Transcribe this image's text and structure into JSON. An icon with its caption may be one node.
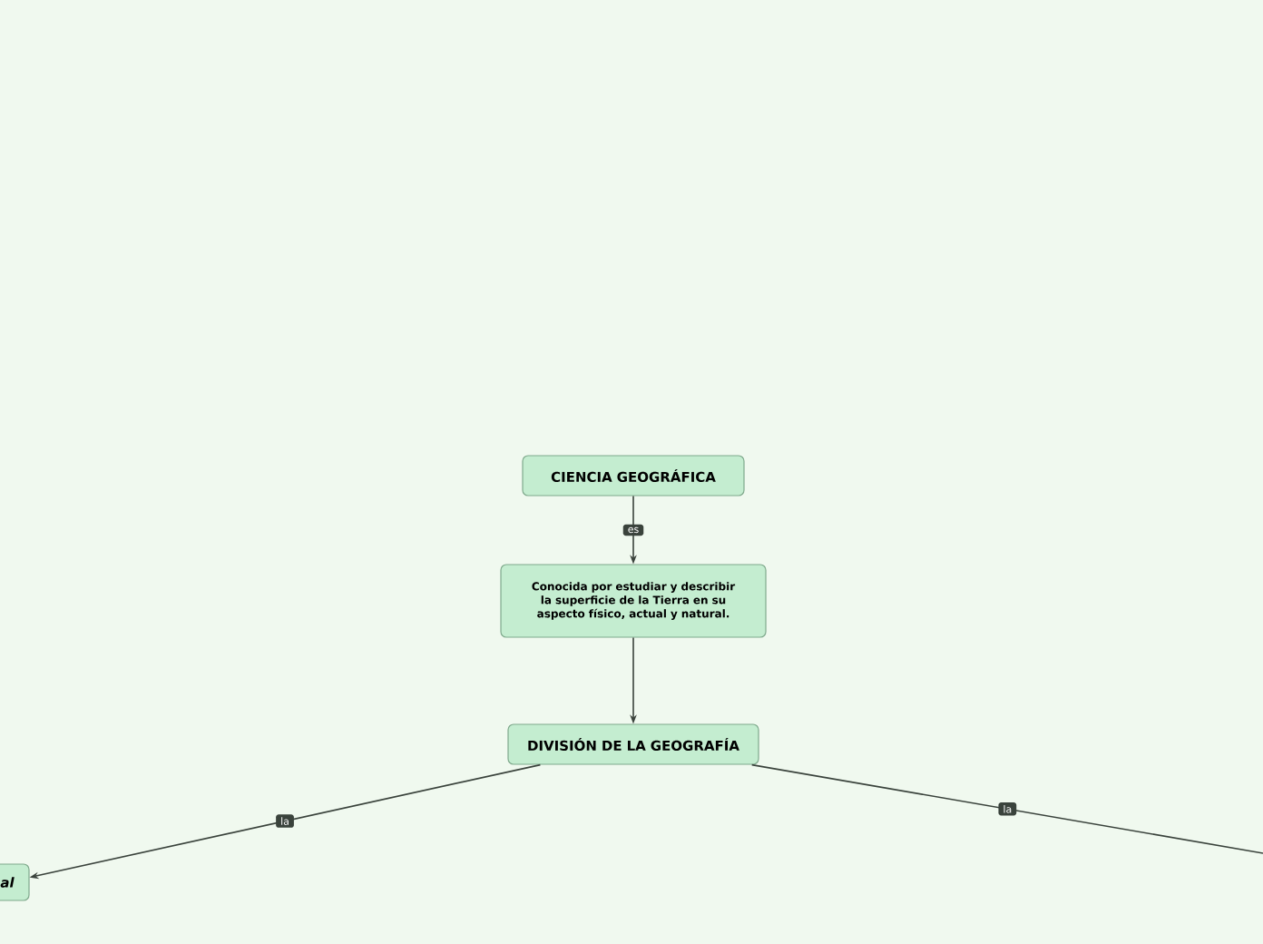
{
  "diagram": {
    "nodes": [
      {
        "text": [
          "CIENCIA GEOGRÁFICA"
        ]
      },
      {
        "text": [
          "Conocida por estudiar y describir la superficie de la Tierra en su aspecto físico, actual y natural."
        ]
      },
      {
        "text": [
          "DIVISIÓN DE LA GEOGRAFÍA"
        ]
      },
      {
        "text": [
          "al"
        ]
      }
    ],
    "edges": [
      {
        "from": 0,
        "to": 1,
        "arrow": "to",
        "label": "es"
      },
      {
        "from": 1,
        "to": 2,
        "arrow": "to"
      },
      {
        "from": 2,
        "to": 3,
        "arrow": "to",
        "label": "la"
      },
      {
        "from": 2,
        "to": null,
        "arrow": "none",
        "label": "la"
      }
    ]
  }
}
